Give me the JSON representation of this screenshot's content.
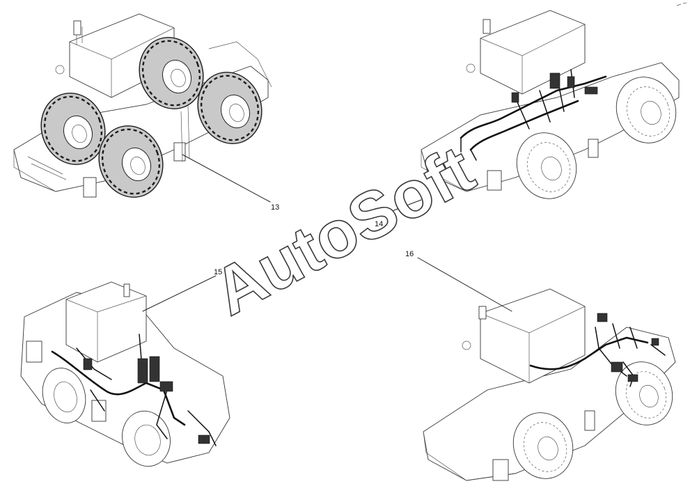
{
  "diagram": {
    "views": [
      {
        "id": "wheels",
        "callout": "13"
      },
      {
        "id": "frame-harness",
        "callout": "14"
      },
      {
        "id": "rear-harness",
        "callout": "15"
      },
      {
        "id": "cab-harness",
        "callout": "16"
      }
    ],
    "watermark": "AutoSoft"
  }
}
